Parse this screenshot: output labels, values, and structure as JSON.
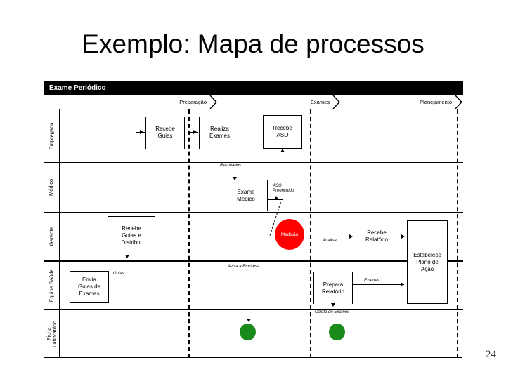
{
  "slide": {
    "title": "Exemplo: Mapa de processos",
    "page_number": "24"
  },
  "diagram": {
    "header_title": "Exame Periódico",
    "phases": [
      {
        "label": "Preparação"
      },
      {
        "label": "Exames"
      },
      {
        "label": "Planejamento"
      }
    ],
    "lanes": [
      {
        "label": "Empregado"
      },
      {
        "label": "Médico"
      },
      {
        "label": "Gerente"
      },
      {
        "label": "Equipe Saúde"
      },
      {
        "label": "Ficha Laboratório"
      }
    ],
    "activities": [
      {
        "id": "recebe-guias",
        "label": "Recebe\nGuias"
      },
      {
        "id": "realiza-exames",
        "label": "Realiza\nExames"
      },
      {
        "id": "recebe-aso",
        "label": "Recebe\nASO"
      },
      {
        "id": "exame-medico",
        "label": "Exame\nMédico"
      },
      {
        "id": "recebe-guias-distribui",
        "label": "Recebe\nGuias e\nDistribui"
      },
      {
        "id": "recebe-relatorio",
        "label": "Recebe\nRelatório"
      },
      {
        "id": "estabelece-plano",
        "label": "Estabelece\nPlano de\nAção"
      },
      {
        "id": "envia-guias-exames",
        "label": "Envia\nGuias de\nExames"
      },
      {
        "id": "prepara-relatorio",
        "label": "Prepara\nRelatório"
      }
    ],
    "flow_labels": [
      {
        "id": "resultados",
        "label": "Resultados"
      },
      {
        "id": "aso-preenchido",
        "label": "ASO\nPreenchido"
      },
      {
        "id": "analisa",
        "label": "Analisa"
      },
      {
        "id": "guias",
        "label": "Guias"
      },
      {
        "id": "avisa-empresa",
        "label": "Avisa a Empresa"
      },
      {
        "id": "exames",
        "label": "Exames"
      },
      {
        "id": "coleta-exames",
        "label": "Coleta de Exames"
      }
    ],
    "markers": [
      {
        "id": "medicao",
        "label": "Medição",
        "color": "#ff0000"
      },
      {
        "id": "marker-green-1",
        "label": "",
        "color": "#1a8a1a"
      },
      {
        "id": "marker-green-2",
        "label": "",
        "color": "#1a8a1a"
      }
    ]
  }
}
